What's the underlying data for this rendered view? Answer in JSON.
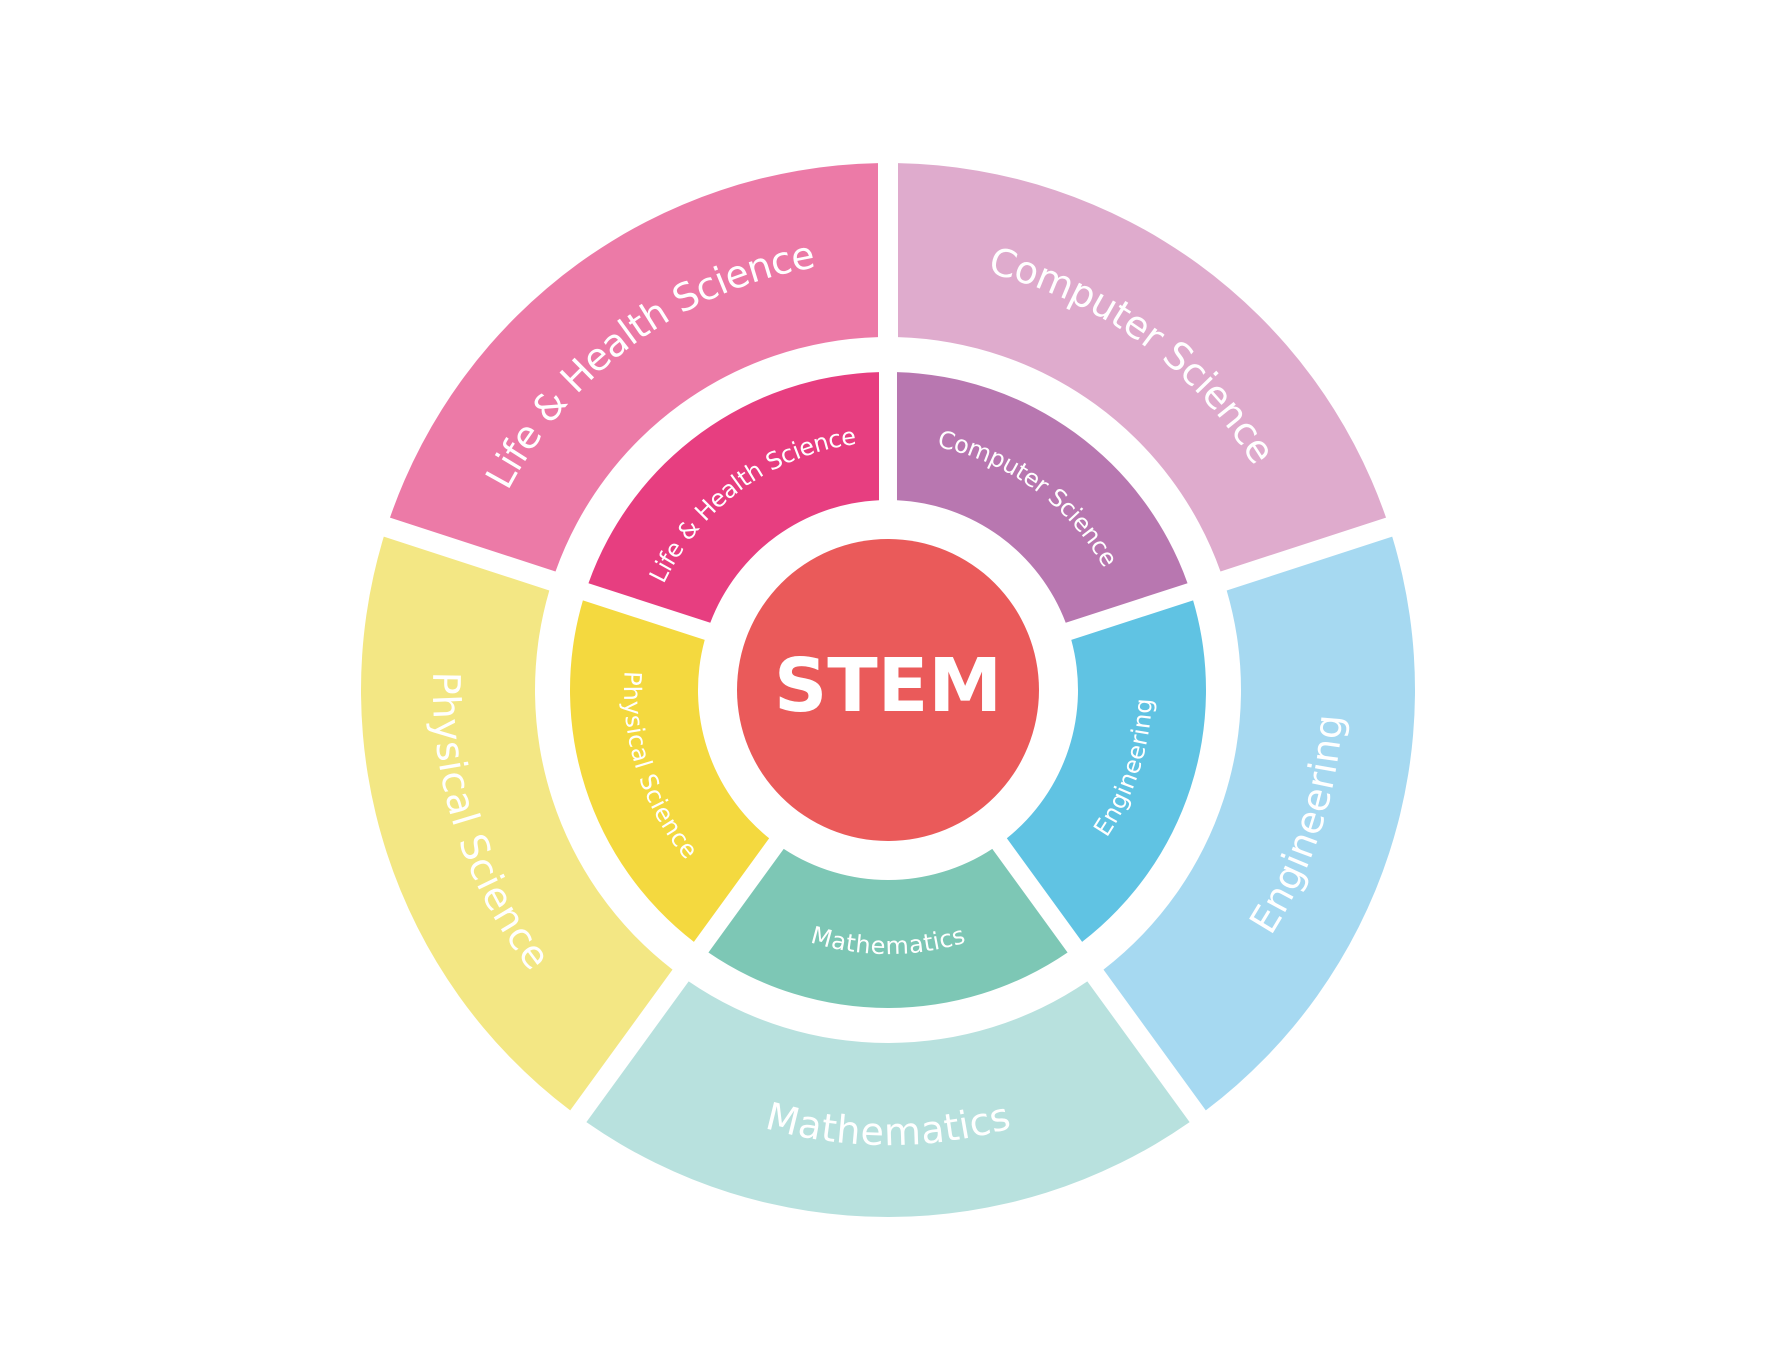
{
  "center": {
    "label": "STEM",
    "color": "#ea5a5a"
  },
  "outer_ring": [
    {
      "label": "Life & Health Science",
      "color": "#ec7aa7"
    },
    {
      "label": "Computer Science",
      "color": "#dfabcd"
    },
    {
      "label": "Engineering",
      "color": "#a6d9f1"
    },
    {
      "label": "Mathematics",
      "color": "#b8e1de"
    },
    {
      "label": "Physical Science",
      "color": "#f3e784"
    }
  ],
  "inner_ring": [
    {
      "label": "Life & Health Science",
      "color": "#e73e80"
    },
    {
      "label": "Computer Science",
      "color": "#b877b0"
    },
    {
      "label": "Engineering",
      "color": "#60c3e3"
    },
    {
      "label": "Mathematics",
      "color": "#7dc7b5"
    },
    {
      "label": "Physical Science",
      "color": "#f4d93f"
    }
  ]
}
